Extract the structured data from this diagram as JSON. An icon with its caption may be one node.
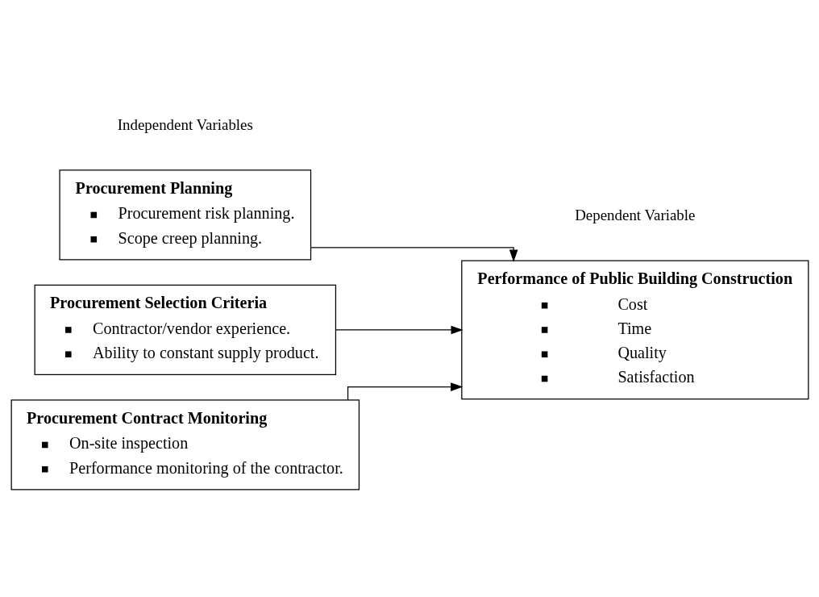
{
  "diagram": {
    "nodes": [
      {
        "text": [
          "Procurement Planning",
          "Procurement risk planning.",
          "Scope creep planning."
        ]
      },
      {
        "text": [
          "Procurement Selection Criteria",
          "Contractor/vendor experience.",
          "Ability to constant supply product."
        ]
      },
      {
        "text": [
          "Procurement Contract Monitoring",
          "On-site inspection",
          "Performance monitoring of the contractor."
        ]
      },
      {
        "text": [
          "Performance of Public Building Construction",
          "Cost",
          "Time",
          "Quality",
          "Satisfaction"
        ]
      }
    ],
    "edges": [
      {
        "from": 0,
        "to": 3,
        "arrow": "to"
      },
      {
        "from": 1,
        "to": 3,
        "arrow": "to"
      },
      {
        "from": 2,
        "to": 3,
        "arrow": "to"
      }
    ],
    "labels": [
      "Independent Variables",
      "Dependent Variable"
    ]
  }
}
